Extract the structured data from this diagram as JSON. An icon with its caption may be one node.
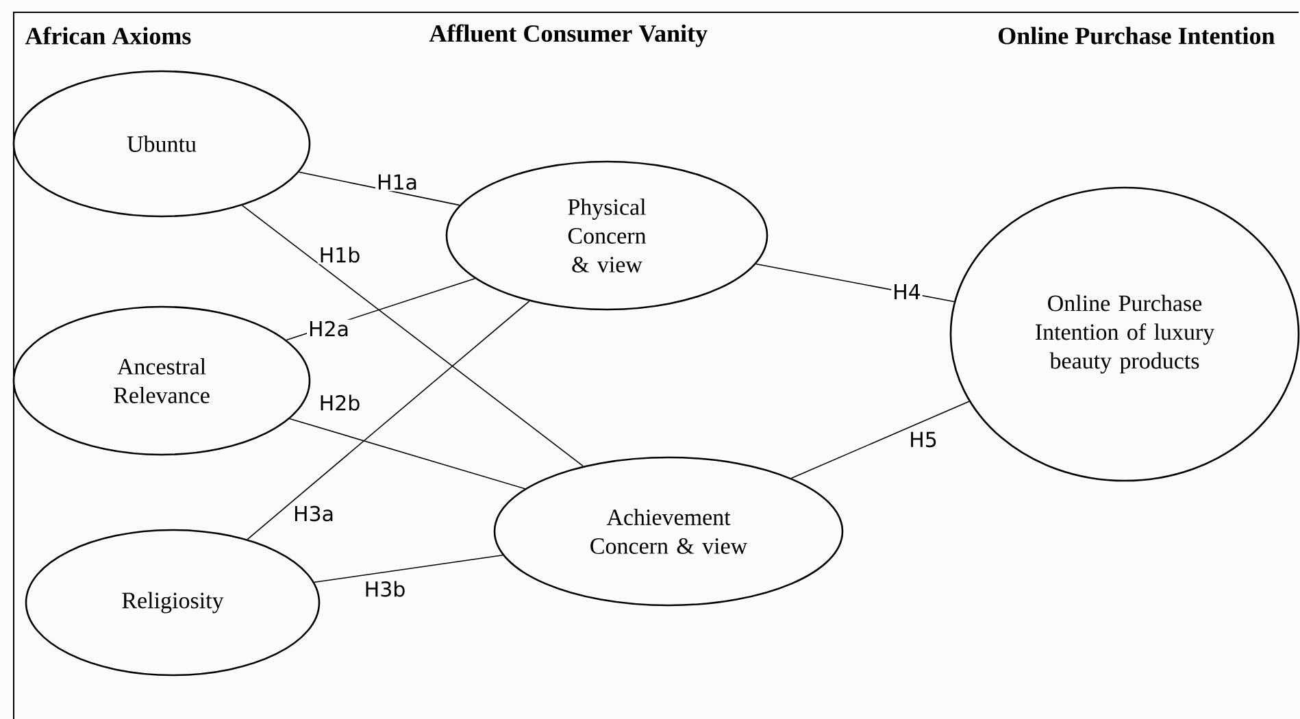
{
  "diagram": {
    "nodes": [
      {
        "text": [
          "Ubuntu"
        ]
      },
      {
        "text": [
          "Ancestral Relevance"
        ]
      },
      {
        "text": [
          "Religiosity"
        ]
      },
      {
        "text": [
          "Physical Concern & view"
        ]
      },
      {
        "text": [
          "Achievement Concern & view"
        ]
      },
      {
        "text": [
          "Online Purchase Intention of luxury beauty products"
        ]
      }
    ],
    "edges": [
      {
        "from": 0,
        "to": 3,
        "arrow": "none",
        "label": "H1a"
      },
      {
        "from": 0,
        "to": 4,
        "arrow": "none",
        "label": "H1b"
      },
      {
        "from": 1,
        "to": 3,
        "arrow": "none",
        "label": "H2a"
      },
      {
        "from": 1,
        "to": 4,
        "arrow": "none",
        "label": "H2b"
      },
      {
        "from": 2,
        "to": 3,
        "arrow": "none",
        "label": "H3a"
      },
      {
        "from": 2,
        "to": 4,
        "arrow": "none",
        "label": "H3b"
      },
      {
        "from": 3,
        "to": 5,
        "arrow": "none",
        "label": "H4"
      },
      {
        "from": 4,
        "to": 5,
        "arrow": "none",
        "label": "H5"
      }
    ],
    "labels": [
      "African Axioms",
      "Affluent Consumer Vanity",
      "Online Purchase Intention"
    ]
  }
}
